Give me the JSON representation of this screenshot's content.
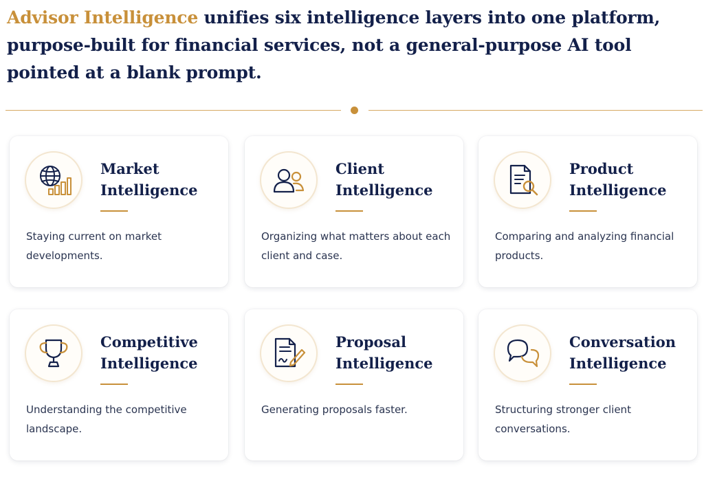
{
  "headline": {
    "accent": "Advisor Intelligence",
    "rest": " unifies six intelligence layers into one platform, purpose-built for financial services, not a general-purpose AI tool pointed at a blank prompt."
  },
  "colors": {
    "navy": "#13204a",
    "gold": "#c8903a",
    "text": "#2a3450"
  },
  "cards": [
    {
      "icon": "globe-chart-icon",
      "title_line1": "Market",
      "title_line2": "Intelligence",
      "description": "Staying current on market developments."
    },
    {
      "icon": "users-icon",
      "title_line1": "Client",
      "title_line2": "Intelligence",
      "description": "Organizing what matters about each client and case."
    },
    {
      "icon": "document-search-icon",
      "title_line1": "Product",
      "title_line2": "Intelligence",
      "description": "Comparing and analyzing financial products."
    },
    {
      "icon": "trophy-icon",
      "title_line1": "Competitive",
      "title_line2": "Intelligence",
      "description": "Understanding the competitive landscape."
    },
    {
      "icon": "document-pen-icon",
      "title_line1": "Proposal",
      "title_line2": "Intelligence",
      "description": "Generating proposals faster."
    },
    {
      "icon": "chat-bubbles-icon",
      "title_line1": "Conversation",
      "title_line2": "Intelligence",
      "description": "Structuring stronger client conversations."
    }
  ]
}
